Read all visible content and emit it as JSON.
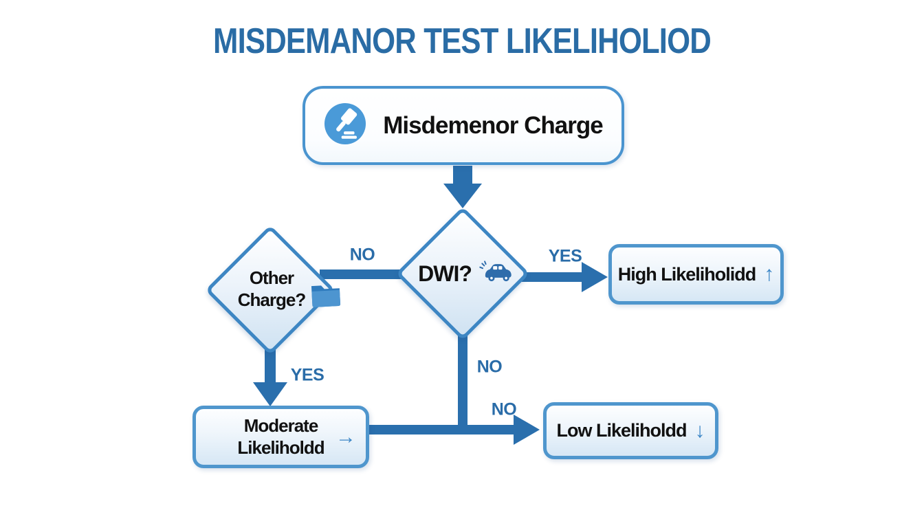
{
  "title": "MISDEMANOR TEST LIKELIHOLIOD",
  "colors": {
    "title_blue": "#2a6ca5",
    "arrow_blue": "#2a6fad",
    "node_border_blue": "#4f96cd",
    "diamond_border_blue": "#3d86c3",
    "edge_label_blue": "#2a6ca8",
    "icon_circle_blue": "#4a9ad8",
    "text_black": "#111111"
  },
  "nodes": {
    "start": {
      "label": "Misdemenor Charge",
      "icon": "gavel-icon"
    },
    "dwi": {
      "label": "DWI?",
      "icon": "car-icon"
    },
    "other_charge": {
      "line1": "Other",
      "line2": "Charge?",
      "icon": "folder-icon"
    },
    "high": {
      "label": "High Likeliholidd",
      "arrow_glyph": "↑"
    },
    "low": {
      "label": "Low Likeliholdd",
      "arrow_glyph": "↓"
    },
    "moderate": {
      "line1": "Moderate",
      "line2": "Likeliholdd",
      "arrow_glyph": "→"
    }
  },
  "edge_labels": {
    "dwi_to_other": "NO",
    "dwi_to_high": "YES",
    "dwi_down": "NO",
    "join_to_low": "NO",
    "other_to_moderate": "YES"
  }
}
